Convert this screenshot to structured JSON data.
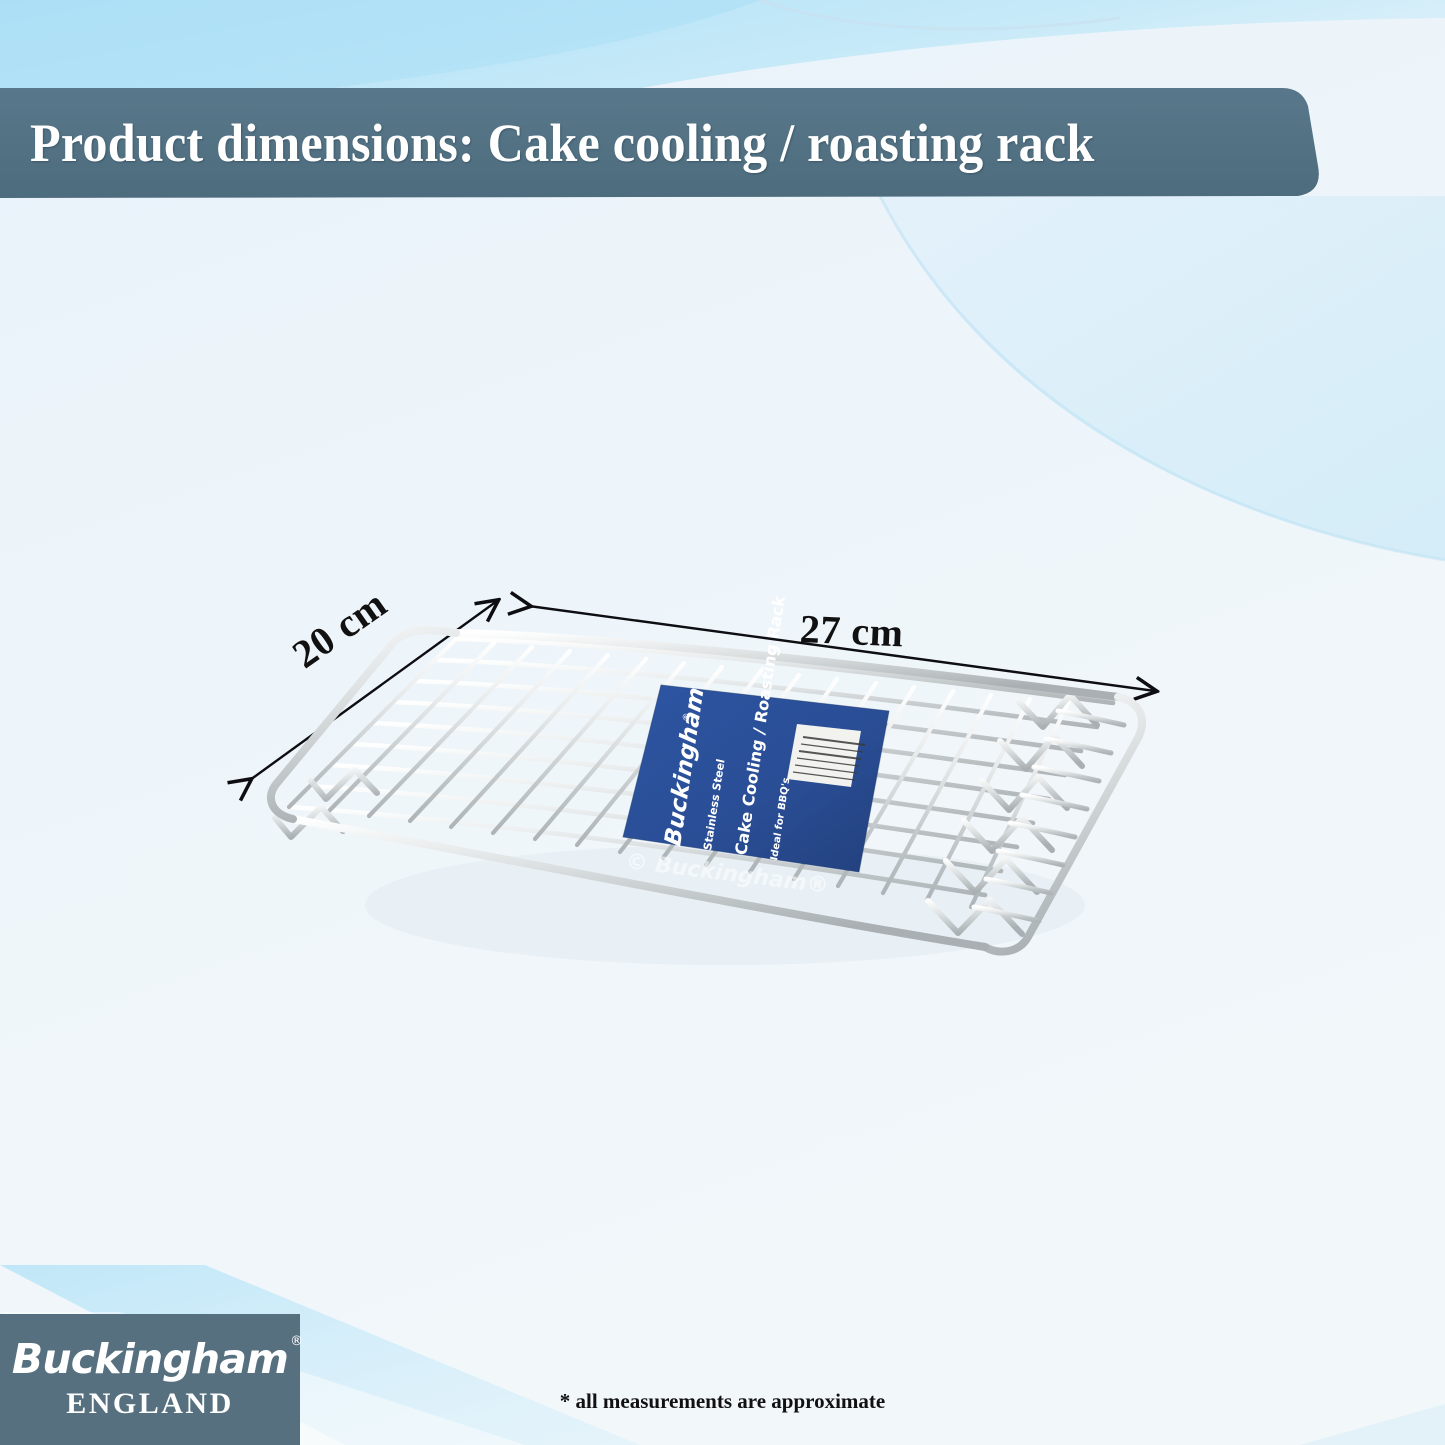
{
  "page": {
    "background_color": "#f1f6fa",
    "accent_color": "#56707f",
    "wave_color": "#b3e2f5"
  },
  "header": {
    "title": "Product dimensions: Cake cooling / roasting rack",
    "banner_color": "#527284",
    "title_color": "#ffffff"
  },
  "dimensions": {
    "width": {
      "label": "27 cm",
      "axis": "horizontal",
      "arrow": "double-headed"
    },
    "depth": {
      "label": "20 cm",
      "axis": "diagonal",
      "arrow": "double-headed"
    }
  },
  "product": {
    "name": "Cake Cooling / Roasting Rack",
    "material": "Stainless Steel",
    "wire_color": "#cfd3d4",
    "watermark": "© Buckingham®",
    "packaging_label": {
      "background_color": "#2a4e96",
      "text_color": "#ffffff",
      "brand": "Buckingham",
      "brand_reg": "®",
      "line_material": "Stainless Steel",
      "line_product": "Cake Cooling / Roasting Rack",
      "line_usage": "Ideal for BBQ's",
      "barcode": "barcode-icon"
    }
  },
  "brand": {
    "name": "Buckingham",
    "registered_mark": "®",
    "country": "ENGLAND",
    "box_color": "#56707f"
  },
  "footer": {
    "note": "* all measurements are approximate"
  }
}
